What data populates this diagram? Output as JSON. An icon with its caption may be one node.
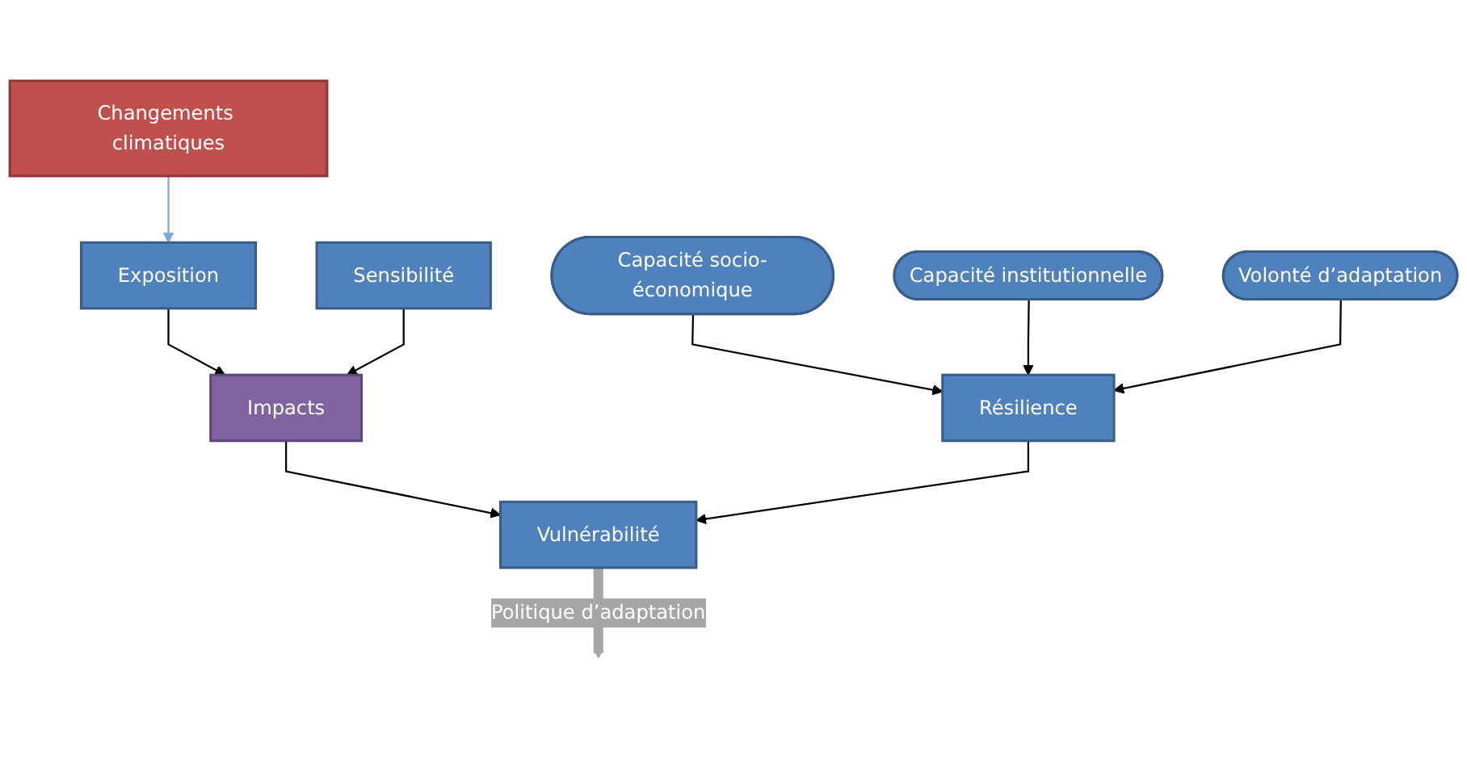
{
  "diagram": {
    "nodes": [
      {
        "text": [
          "Changements climatiques"
        ]
      },
      {
        "text": [
          "Exposition"
        ]
      },
      {
        "text": [
          "Sensibilité"
        ]
      },
      {
        "text": [
          "Capacité socio-économique"
        ]
      },
      {
        "text": [
          "Capacité institutionnelle"
        ]
      },
      {
        "text": [
          "Volonté d’adaptation"
        ]
      },
      {
        "text": [
          "Impacts"
        ]
      },
      {
        "text": [
          "Résilience"
        ]
      },
      {
        "text": [
          "Vulnérabilité"
        ]
      }
    ],
    "edges": [
      {
        "from": 0,
        "to": 1,
        "arrow": "to",
        "color": "#7fa7d9"
      },
      {
        "from": 1,
        "to": 6,
        "arrow": "to"
      },
      {
        "from": 2,
        "to": 6,
        "arrow": "to"
      },
      {
        "from": 3,
        "to": 7,
        "arrow": "to"
      },
      {
        "from": 4,
        "to": 7,
        "arrow": "to"
      },
      {
        "from": 5,
        "to": 7,
        "arrow": "to"
      },
      {
        "from": 6,
        "to": 8,
        "arrow": "to"
      },
      {
        "from": 7,
        "to": 8,
        "arrow": "to"
      },
      {
        "from": 8,
        "to": null,
        "arrow": "to",
        "label": "Politique d’adaptation",
        "style": "thick",
        "color": "#a6a6a6"
      }
    ]
  }
}
